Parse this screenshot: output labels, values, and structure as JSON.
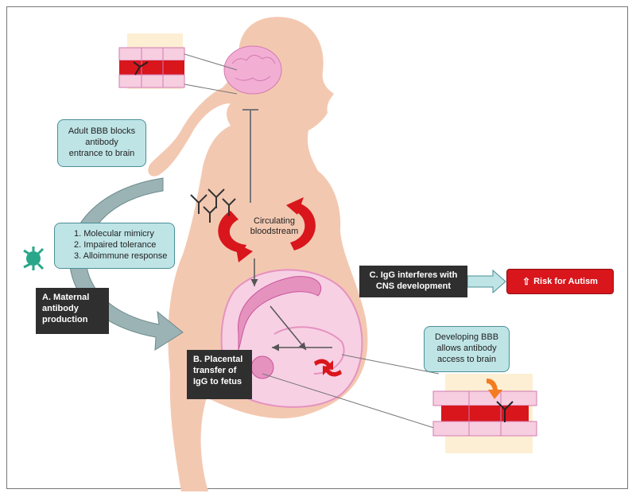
{
  "labels": {
    "adult_bbb": "Adult BBB blocks\nantibody\nentrance to brain",
    "mechanisms": [
      "1. Molecular mimicry",
      "2. Impaired tolerance",
      "3. Alloimmune response"
    ],
    "step_a": "A.  Maternal\nantibody\nproduction",
    "circulating": "Circulating\nbloodstream",
    "step_b": "B.  Placental\ntransfer of\nIgG to fetus",
    "step_c": "C.  IgG interferes with\nCNS development",
    "risk": "Risk for Autism",
    "developing_bbb": "Developing BBB\nallows antibody\naccess to brain"
  },
  "icons": {
    "risk_arrow": "up-arrow",
    "cell": "immune-cell-icon",
    "antibody": "antibody-icon"
  },
  "colors": {
    "skin": "#f3c8b1",
    "teal_box": "#bfe4e6",
    "red_arrow": "#d8161c",
    "risk_box": "#d8161c",
    "pink": "#f3aed4",
    "gray_arrow": "#9bb3b5"
  }
}
